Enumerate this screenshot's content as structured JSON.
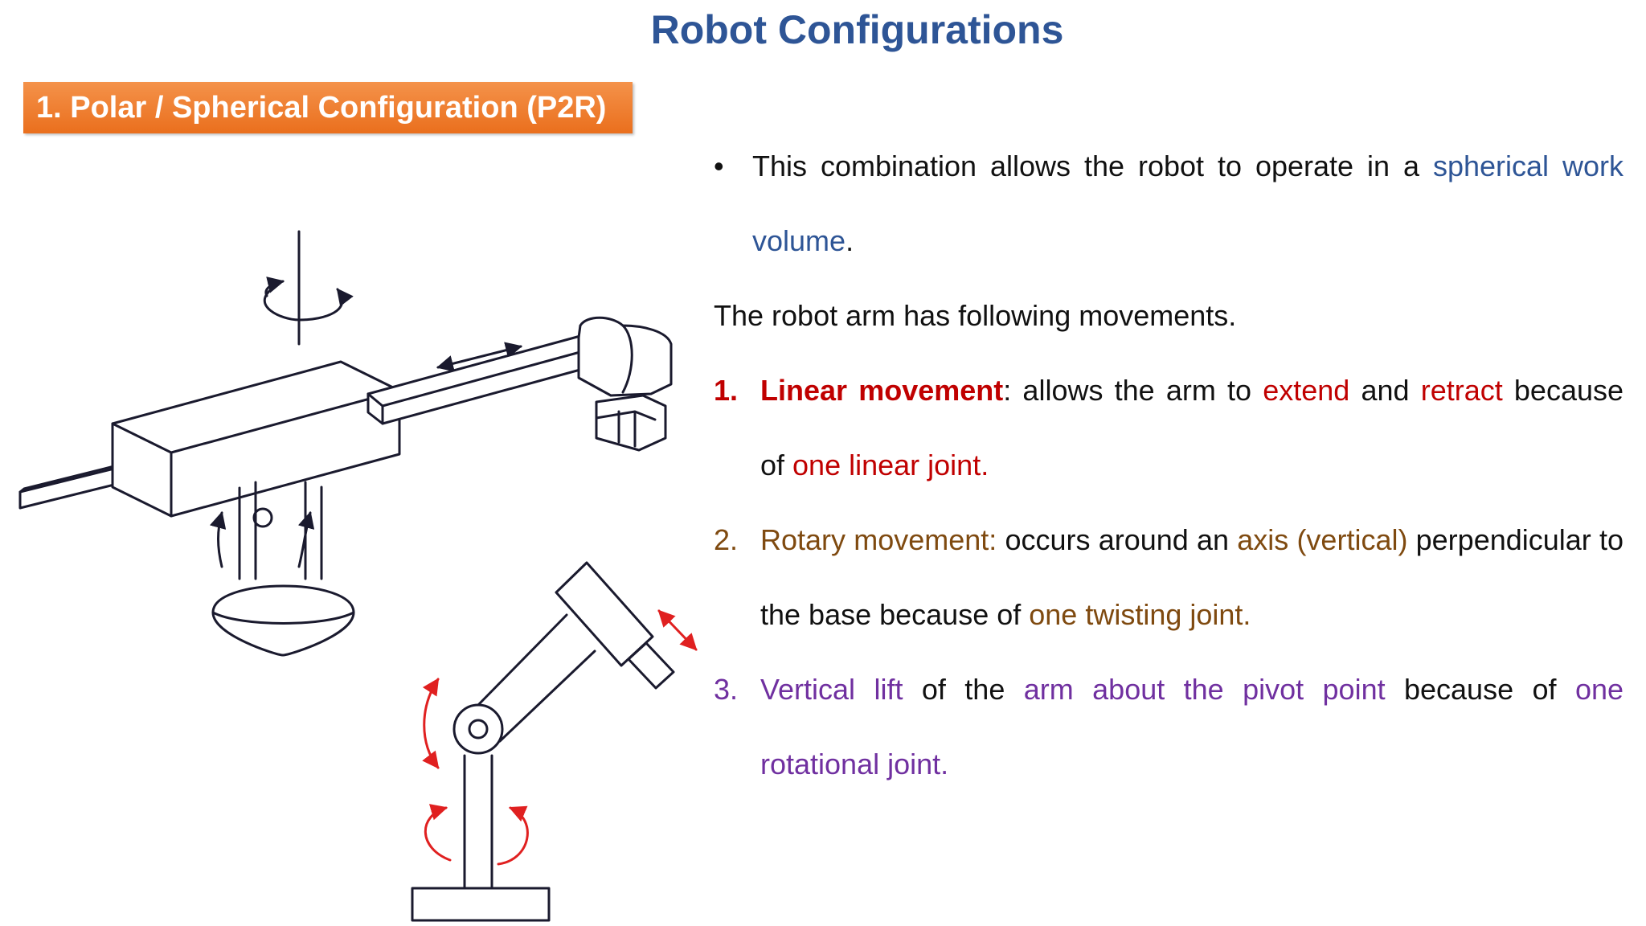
{
  "title": "Robot Configurations",
  "section": "1. Polar / Spherical Configuration (P2R)",
  "bullet": {
    "mark": "•",
    "text1": "This combination allows the robot to operate in a",
    "highlight": "spherical work volume",
    "end": "."
  },
  "intro": "The robot arm has following movements.",
  "items": [
    {
      "num": "1.",
      "term": "Linear movement",
      "t1": ": allows the arm to ",
      "h1": "extend",
      "t2": " and ",
      "h2": "retract",
      "t3": " because of ",
      "h3": "one linear joint."
    },
    {
      "num": "2.",
      "term": "Rotary movement:",
      "t1": " occurs around an ",
      "h1": "axis (vertical)",
      "t2": " perpendicular to the base because of ",
      "h2": "one twisting joint."
    },
    {
      "num": "3.",
      "term": "Vertical lift",
      "t1": " of the ",
      "h1": "arm about the pivot point",
      "t2": " because of ",
      "h2": "one rotational joint."
    }
  ],
  "colors": {
    "title": "#2e5596",
    "banner": "#ea6f1d",
    "linear": "#c00000",
    "rotary": "#7f4a10",
    "vertical": "#7030a0",
    "diagram_arrows": "#e02020"
  }
}
